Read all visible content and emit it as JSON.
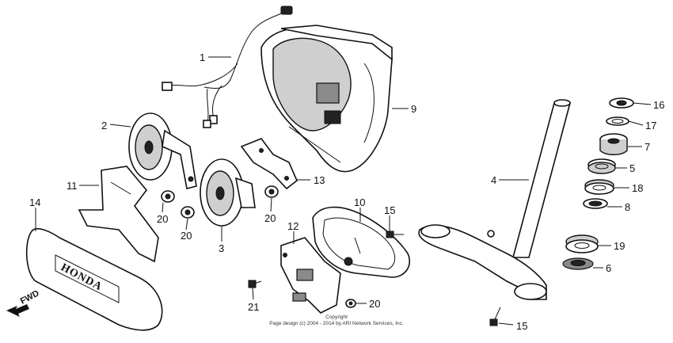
{
  "diagram": {
    "callouts": {
      "p1": "1",
      "p2": "2",
      "p3": "3",
      "p4": "4",
      "p5": "5",
      "p6": "6",
      "p7": "7",
      "p8": "8",
      "p9": "9",
      "p10": "10",
      "p11": "11",
      "p12": "12",
      "p13": "13",
      "p14": "14",
      "p15a": "15",
      "p15b": "15",
      "p16": "16",
      "p17": "17",
      "p18": "18",
      "p19": "19",
      "p20a": "20",
      "p20b": "20",
      "p20c": "20",
      "p20d": "20",
      "p21": "21"
    },
    "fwd_label": "FWD",
    "emblem_text": "HONDA",
    "copyright_line1": "Copyright",
    "copyright_line2": "Page design (c) 2004 - 2014 by ARI Network Services, Inc."
  }
}
